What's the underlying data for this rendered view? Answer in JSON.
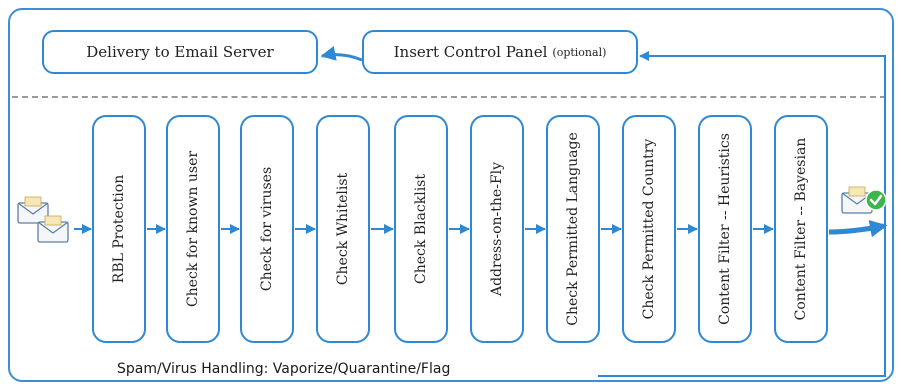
{
  "top": {
    "delivery_label": "Delivery to Email Server",
    "control_panel_label": "Insert Control Panel",
    "control_panel_note": "(optional)"
  },
  "steps": [
    "RBL Protection",
    "Check for known user",
    "Check for viruses",
    "Check Whitelist",
    "Check Blacklist",
    "Address-on-the-Fly",
    "Check Permitted  Language",
    "Check Permitted Country",
    "Content Filter -- Heuristics",
    "Content Filter -- Bayesian"
  ],
  "handling_label": "Spam/Virus Handling: Vaporize/Quarantine/Flag",
  "colors": {
    "accent": "#2f88d3",
    "check": "#3cb54a"
  },
  "icons": {
    "incoming": "envelopes-icon",
    "delivered": "envelope-check-icon"
  }
}
